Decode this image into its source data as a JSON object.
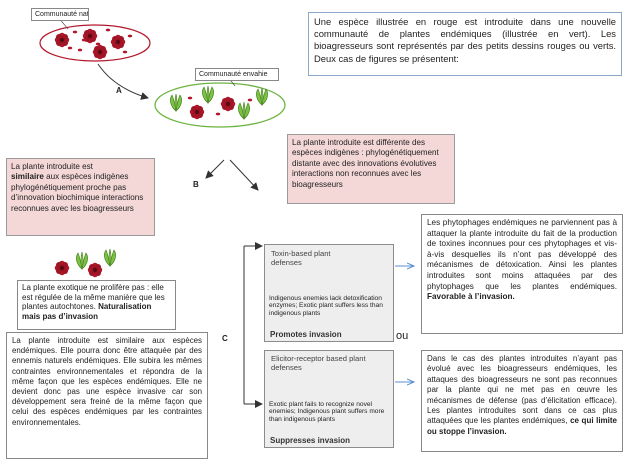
{
  "labels": {
    "native_community": "Communauté native",
    "invaded_community": "Communauté envahie",
    "arrow_a": "A",
    "arrow_b": "B",
    "arrow_c": "C",
    "ou": "ou"
  },
  "intro": "Une espèce illustrée en rouge est introduite dans une nouvelle communauté de plantes endémiques (illustrée en vert). Les bioagresseurs sont représentés par des petits dessins rouges ou verts. Deux cas de figures se présentent:",
  "left_pink": {
    "line1": "La plante introduite est",
    "bold": "similaire",
    "line2_rest": " aux espèces indigènes",
    "rest": "phylogénétiquement proche pas d’innovation biochimique interactions reconnues avec les bioagresseurs"
  },
  "right_pink": "La plante introduite est différente des espèces indigènes : phylogénétiquement distante avec des innovations évolutives interactions non reconnues avec les bioagresseurs",
  "left_mid": {
    "text": "La plante exotique ne prolifère pas : elle est régulée de la même manière que les plantes autochtones.",
    "bold": "Naturalisation mais pas d’invasion"
  },
  "left_bottom": "La plante introduite est similaire aux espèces endémiques. Elle pourra donc être attaquée par des ennemis naturels endémiques. Elle subira les mêmes contraintes environnementales et répondra de la même façon que les espèces endémiques. Elle ne devient donc pas une espèce invasive car son développement sera freiné de la même façon que celui des espèces endémiques par les contraintes environnementales.",
  "gray1": {
    "title": "Toxin-based plant defenses",
    "note": "Indigenous enemies lack detoxification enzymes; Exotic plant suffers less than indigenous plants",
    "bold": "Promotes invasion"
  },
  "gray2": {
    "title": "Elicitor-receptor based plant defenses",
    "note": "Exotic plant fails to recognize novel enemies; Indigenous plant suffers more than indigenous plants",
    "bold": "Suppresses invasion"
  },
  "right_top": {
    "text": "Les phytophages endémiques ne parviennent pas à attaquer la plante introduite du fait de la production de toxines inconnues pour ces phytophages et vis-à-vis desquelles ils n’ont pas développé des mécanismes de détoxication. Ainsi les plantes introduites sont moins attaquées par des phytophages que les plantes endémiques.",
    "bold": "Favorable à l’invasion."
  },
  "right_bottom": {
    "text": "Dans le cas des plantes introduites n’ayant pas évolué avec les bioagresseurs endémiques, les attaques des bioagresseurs ne sont pas reconnues par la plante qui ne met pas en œuvre les mécanismes de défense (pas d’élicitation efficace). Les plantes introduites sont dans ce cas plus attaquées que les plantes endémiques,",
    "bold": "ce qui limite ou stoppe l’invasion."
  },
  "colors": {
    "red": "#b2182b",
    "green": "#6db33f",
    "pink": "#f4d7d7",
    "gray": "#eeeeee",
    "arrow_blue": "#5b8fd0"
  }
}
